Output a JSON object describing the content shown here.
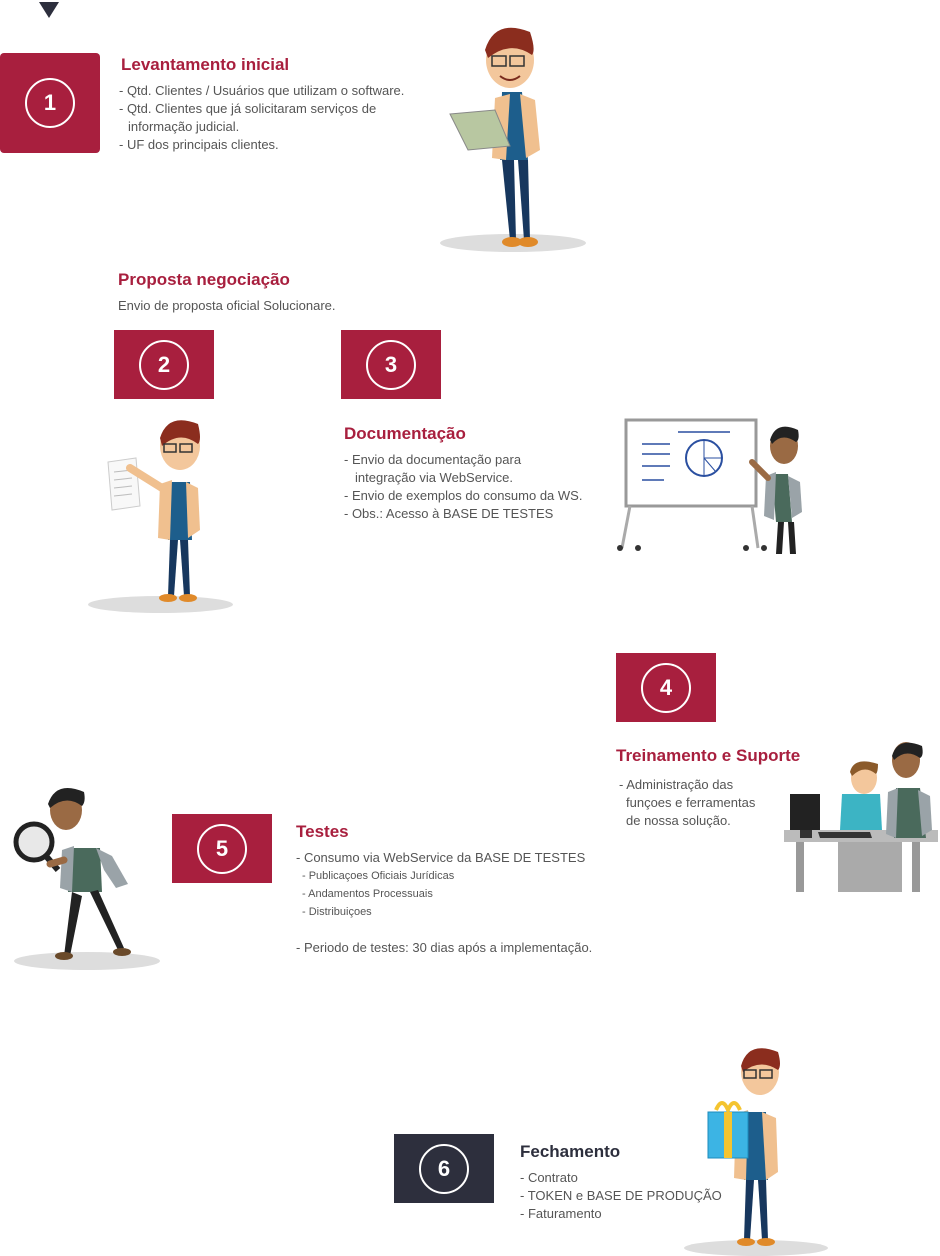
{
  "steps": [
    {
      "number": "1",
      "title": "Levantamento inicial",
      "lines": [
        "- Qtd. Clientes / Usuários que utilizam o software.",
        "- Qtd. Clientes que já solicitaram serviços de",
        "  informação judicial.",
        "- UF dos principais clientes."
      ]
    },
    {
      "number": "2",
      "title": "Proposta negociação",
      "lines": [
        "Envio de proposta oficial Solucionare."
      ]
    },
    {
      "number": "3",
      "title": "Documentação",
      "lines": [
        "-  Envio da documentação para",
        "   integração via WebService.",
        "-  Envio de exemplos do consumo da WS.",
        "-  Obs.: Acesso à BASE DE TESTES"
      ]
    },
    {
      "number": "4",
      "title": "Treinamento e Suporte",
      "lines": [
        "- Administração das",
        "  funçoes e ferramentas",
        "  de nossa solução."
      ]
    },
    {
      "number": "5",
      "title": "Testes",
      "lines": [
        "- Consumo via WebService da BASE DE TESTES"
      ],
      "sublines": [
        "- Publicaçoes Oficiais Jurídicas",
        "- Andamentos Processuais",
        "- Distribuiçoes"
      ],
      "footer": "- Periodo de testes: 30 dias após a implementação."
    },
    {
      "number": "6",
      "title": "Fechamento",
      "lines": [
        "- Contrato",
        "- TOKEN e BASE DE PRODUÇÃO",
        "- Faturamento"
      ]
    }
  ],
  "icons": {
    "top_arrow": "triangle-down-icon"
  },
  "colors": {
    "accent": "#a81f3e",
    "dark": "#2d2f3d",
    "text": "#555555"
  }
}
